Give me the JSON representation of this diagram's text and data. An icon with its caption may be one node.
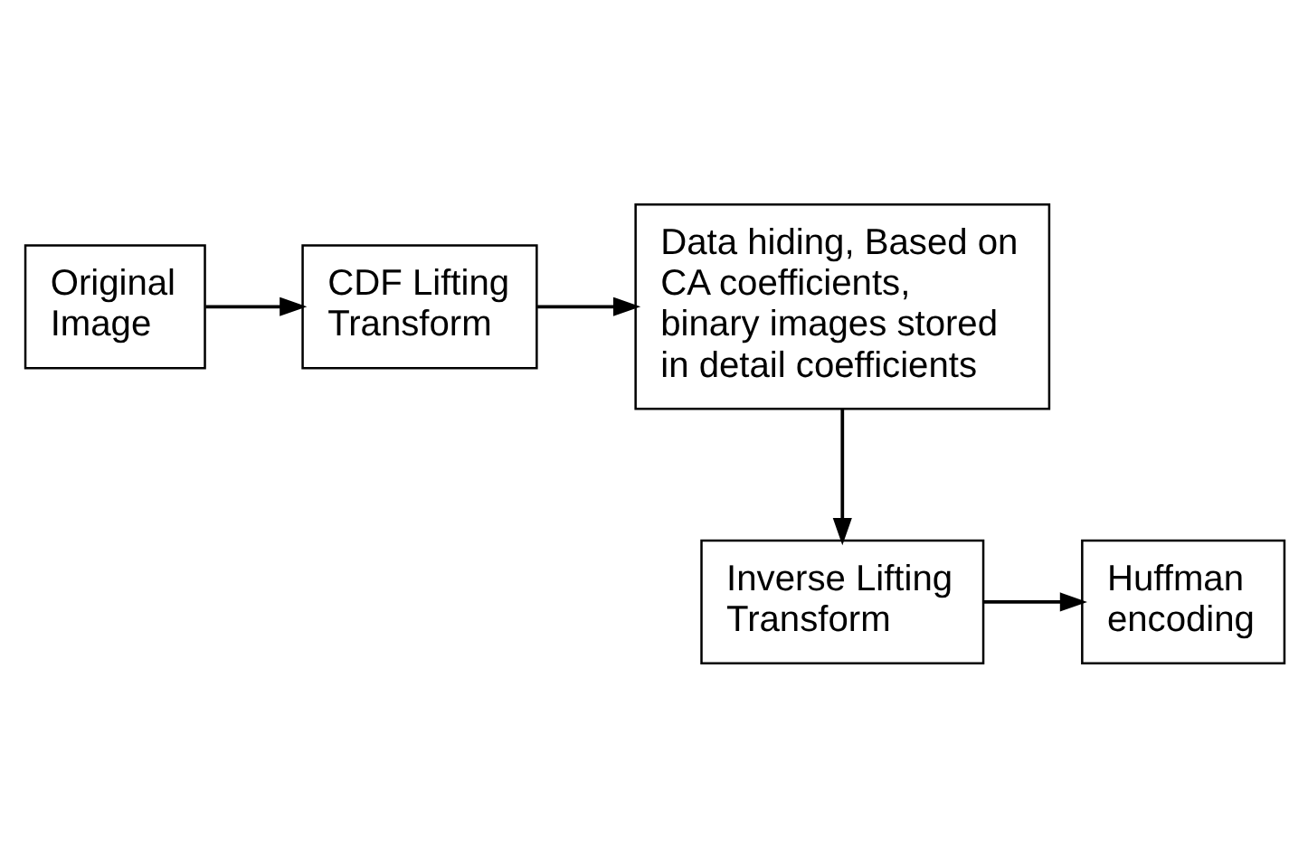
{
  "diagram": {
    "nodes": [
      {
        "text": [
          "Original Image"
        ]
      },
      {
        "text": [
          "CDF Lifting Transform"
        ]
      },
      {
        "text": [
          "Data hiding, Based on CA coefficients, binary images stored in detail coefficients"
        ]
      },
      {
        "text": [
          "Inverse Lifting Transform"
        ]
      },
      {
        "text": [
          "Huffman encoding"
        ]
      }
    ],
    "edges": [
      {
        "from": 0,
        "to": 1,
        "arrow": "to"
      },
      {
        "from": 1,
        "to": 2,
        "arrow": "to"
      },
      {
        "from": 2,
        "to": 3,
        "arrow": "to"
      },
      {
        "from": 3,
        "to": 4,
        "arrow": "to"
      }
    ]
  }
}
